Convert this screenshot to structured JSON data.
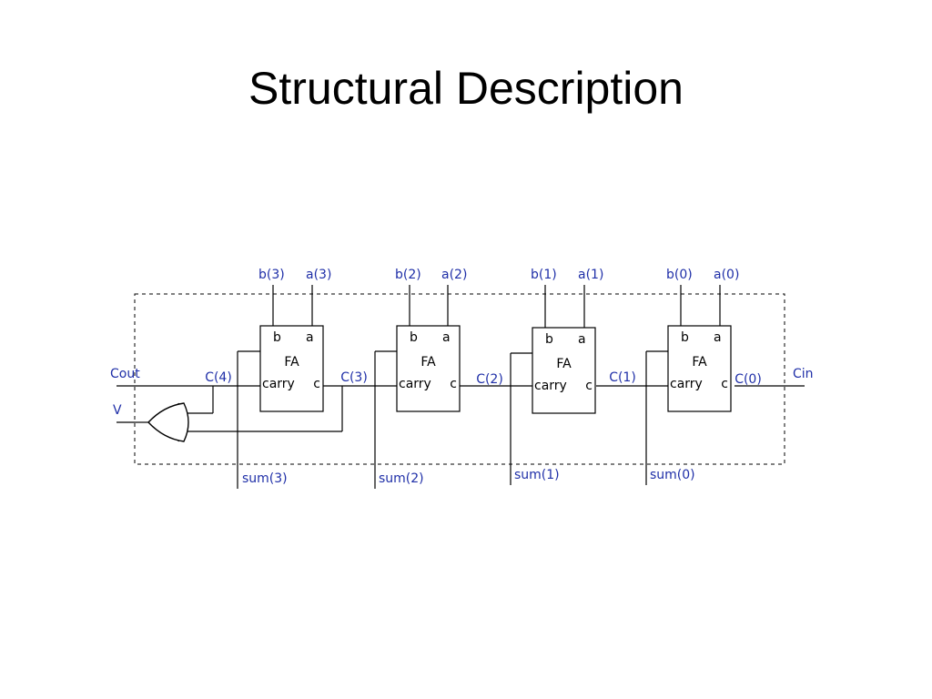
{
  "slide": {
    "title": "Structural Description"
  },
  "diagram": {
    "colors": {
      "wire": "#000000",
      "signal_label": "#1f2fa8",
      "background": "#ffffff"
    },
    "full_adders": [
      {
        "name": "FA",
        "carry_label": "carry",
        "c_label": "c",
        "b_label": "b",
        "a_label": "a",
        "b_in": "b(3)",
        "a_in": "a(3)",
        "sum_out": "sum(3)"
      },
      {
        "name": "FA",
        "carry_label": "carry",
        "c_label": "c",
        "b_label": "b",
        "a_label": "a",
        "b_in": "b(2)",
        "a_in": "a(2)",
        "sum_out": "sum(2)"
      },
      {
        "name": "FA",
        "carry_label": "carry",
        "c_label": "c",
        "b_label": "b",
        "a_label": "a",
        "b_in": "b(1)",
        "a_in": "a(1)",
        "sum_out": "sum(1)"
      },
      {
        "name": "FA",
        "carry_label": "carry",
        "c_label": "c",
        "b_label": "b",
        "a_label": "a",
        "b_in": "b(0)",
        "a_in": "a(0)",
        "sum_out": "sum(0)"
      }
    ],
    "carry_labels": [
      "C(4)",
      "C(3)",
      "C(2)",
      "C(1)",
      "C(0)"
    ],
    "outputs": {
      "cout": "Cout",
      "overflow": "V"
    },
    "inputs": {
      "cin": "Cin"
    }
  }
}
